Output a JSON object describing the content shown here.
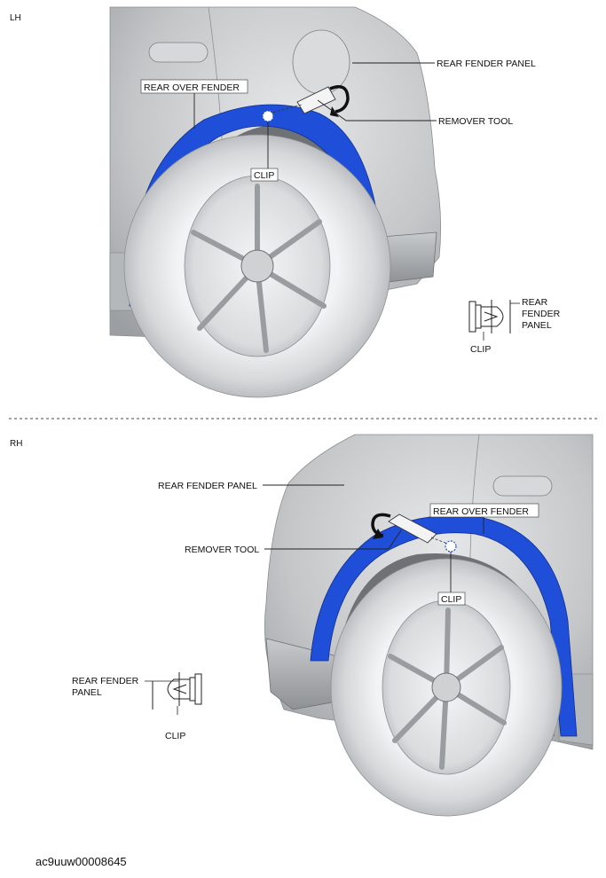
{
  "lh": {
    "side_label": "LH",
    "labels": {
      "rear_fender_panel": "REAR FENDER PANEL",
      "rear_over_fender": "REAR OVER FENDER",
      "remover_tool": "REMOVER TOOL",
      "clip": "CLIP"
    },
    "clip_detail": {
      "panel_line1": "REAR",
      "panel_line2": "FENDER",
      "panel_line3": "PANEL",
      "clip": "CLIP"
    }
  },
  "rh": {
    "side_label": "RH",
    "labels": {
      "rear_fender_panel": "REAR FENDER PANEL",
      "rear_over_fender": "REAR OVER FENDER",
      "remover_tool": "REMOVER TOOL",
      "clip": "CLIP"
    },
    "clip_detail": {
      "panel_line1": "REAR FENDER",
      "panel_line2": "PANEL",
      "clip": "CLIP"
    }
  },
  "figure_id": "ac9uuw00008645",
  "colors": {
    "over_fender_blue": "#1f4fd8",
    "body_grey": "#c9cbcd",
    "tire_grey": "#d4d6d8"
  }
}
